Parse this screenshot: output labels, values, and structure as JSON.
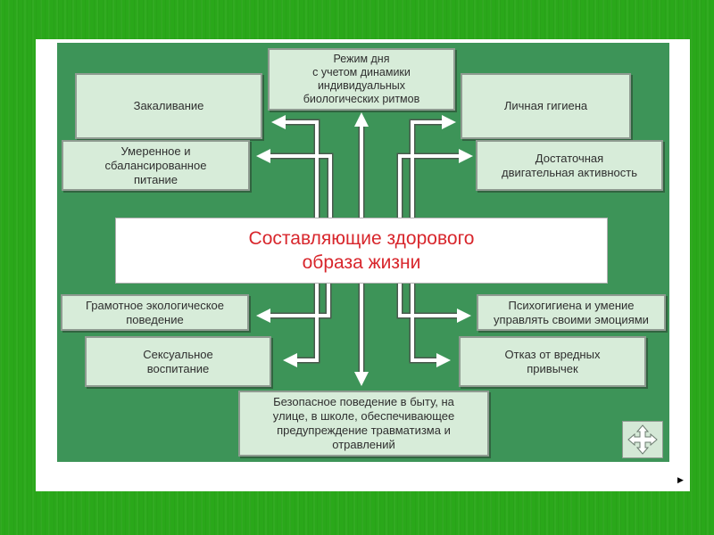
{
  "diagram": {
    "title": "Составляющие здорового\nобраза жизни",
    "boxes": {
      "daily_regime": "Режим дня\nс учетом динамики\nиндивидуальных\nбиологических ритмов",
      "hardening": "Закаливание",
      "nutrition": "Умеренное и\nсбалансированное\nпитание",
      "hygiene": "Личная гигиена",
      "activity": "Достаточная\nдвигательная активность",
      "ecology": "Грамотное экологическое\nповедение",
      "sex_education": "Сексуальное\nвоспитание",
      "psychohygiene": "Психогигиена и умение\nуправлять своими эмоциями",
      "bad_habits": "Отказ от вредных\nпривычек",
      "safe_behavior": "Безопасное поведение в быту, на\nулице, в школе, обеспечивающее\nпредупреждение травматизма и\nотравлений"
    }
  },
  "colors": {
    "background": "#2aa81a",
    "panel": "#3d9458",
    "box_fill": "#d7ecd9",
    "title_text": "#d8262c"
  },
  "icons": {
    "navigation": "four-way-arrows-icon",
    "next_page": "triangle-right-icon"
  }
}
